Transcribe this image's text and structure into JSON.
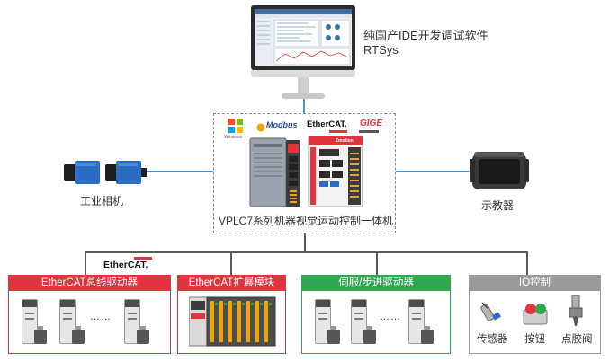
{
  "top": {
    "software_name": "纯国产IDE开发调试软件",
    "software_sub": "RTSys"
  },
  "controller": {
    "label": "VPLC7系列机器视觉运动控制一体机",
    "logos": {
      "windows": "Windows",
      "modbus": "Modbus",
      "ethercat": "EtherCAT.",
      "gige": "GIGE"
    },
    "brand": "Zmotion"
  },
  "left": {
    "label": "工业相机"
  },
  "right": {
    "label": "示教器"
  },
  "bus_logo": "EtherCAT.",
  "categories": [
    {
      "title": "EtherCAT总线驱动器",
      "dots": "……",
      "color": "#e1343c"
    },
    {
      "title": "EtherCAT扩展模块",
      "color": "#e1343c"
    },
    {
      "title": "伺服/步进驱动器",
      "dots": "……",
      "color": "#2fa84f"
    },
    {
      "title": "IO控制",
      "color": "#9a9a9a",
      "items": [
        "传感器",
        "按钮",
        "点胶阀"
      ]
    }
  ],
  "colors": {
    "link_blue": "#4a98d6",
    "red": "#e1343c",
    "green": "#2fa84f",
    "gray": "#9a9a9a"
  }
}
